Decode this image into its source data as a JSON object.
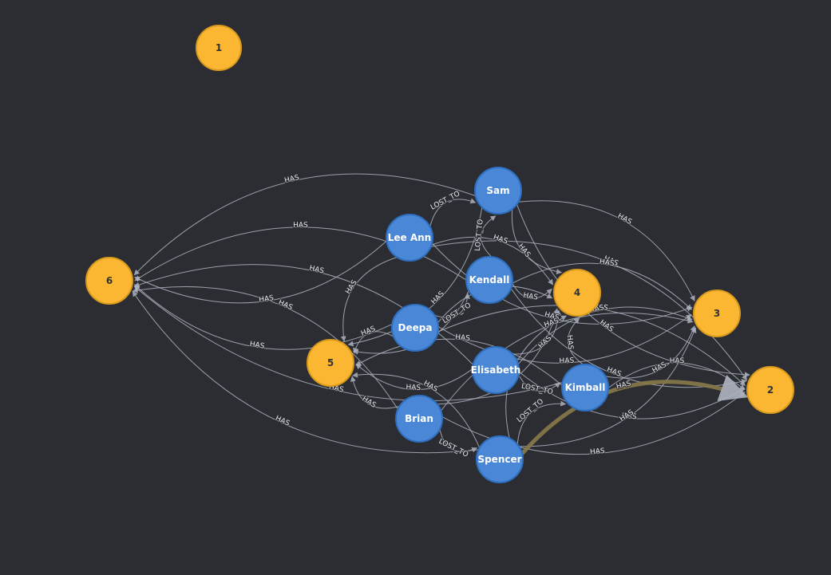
{
  "colors": {
    "background": "#2b2d33",
    "person_fill": "#4a87d6",
    "person_stroke": "#2f6fc0",
    "person_text": "#ffffff",
    "number_fill": "#fbb731",
    "number_stroke": "#d99a1d",
    "number_text": "#333333",
    "edge": "#aeb4c0",
    "edge_label": "#e6e8ec",
    "highlight_edge": "#8a7a4a"
  },
  "relationship_types": [
    "HAS",
    "LOST_TO"
  ],
  "nodes": [
    {
      "id": "1",
      "label": "1",
      "kind": "number"
    },
    {
      "id": "2",
      "label": "2",
      "kind": "number"
    },
    {
      "id": "3",
      "label": "3",
      "kind": "number"
    },
    {
      "id": "4",
      "label": "4",
      "kind": "number"
    },
    {
      "id": "5",
      "label": "5",
      "kind": "number"
    },
    {
      "id": "6",
      "label": "6",
      "kind": "number"
    },
    {
      "id": "sam",
      "label": "Sam",
      "kind": "person"
    },
    {
      "id": "leeann",
      "label": "Lee Ann",
      "kind": "person"
    },
    {
      "id": "kendall",
      "label": "Kendall",
      "kind": "person"
    },
    {
      "id": "deepa",
      "label": "Deepa",
      "kind": "person"
    },
    {
      "id": "elisabeth",
      "label": "Elisabeth",
      "kind": "person"
    },
    {
      "id": "kimball",
      "label": "Kimball",
      "kind": "person"
    },
    {
      "id": "brian",
      "label": "Brian",
      "kind": "person"
    },
    {
      "id": "spencer",
      "label": "Spencer",
      "kind": "person"
    }
  ],
  "edges": [
    {
      "from": "sam",
      "to": "6",
      "label": "HAS"
    },
    {
      "from": "sam",
      "to": "5",
      "label": "HAS"
    },
    {
      "from": "sam",
      "to": "4",
      "label": "HAS"
    },
    {
      "from": "sam",
      "to": "3",
      "label": "HAS"
    },
    {
      "from": "sam",
      "to": "2",
      "label": "HAS"
    },
    {
      "from": "leeann",
      "to": "6",
      "label": "HAS"
    },
    {
      "from": "leeann",
      "to": "5",
      "label": "HAS"
    },
    {
      "from": "leeann",
      "to": "4",
      "label": "HAS"
    },
    {
      "from": "leeann",
      "to": "3",
      "label": "HAS"
    },
    {
      "from": "leeann",
      "to": "2",
      "label": "HAS"
    },
    {
      "from": "kendall",
      "to": "6",
      "label": "HAS"
    },
    {
      "from": "kendall",
      "to": "5",
      "label": "HAS"
    },
    {
      "from": "kendall",
      "to": "4",
      "label": "HAS"
    },
    {
      "from": "kendall",
      "to": "3",
      "label": "HAS"
    },
    {
      "from": "kendall",
      "to": "2",
      "label": "HAS"
    },
    {
      "from": "deepa",
      "to": "6",
      "label": "HAS"
    },
    {
      "from": "deepa",
      "to": "5",
      "label": "HAS"
    },
    {
      "from": "deepa",
      "to": "4",
      "label": "HAS"
    },
    {
      "from": "deepa",
      "to": "3",
      "label": "HAS"
    },
    {
      "from": "deepa",
      "to": "2",
      "label": "HAS"
    },
    {
      "from": "elisabeth",
      "to": "6",
      "label": "HAS"
    },
    {
      "from": "elisabeth",
      "to": "5",
      "label": "HAS"
    },
    {
      "from": "elisabeth",
      "to": "4",
      "label": "HAS"
    },
    {
      "from": "elisabeth",
      "to": "3",
      "label": "HAS"
    },
    {
      "from": "elisabeth",
      "to": "2",
      "label": "HAS"
    },
    {
      "from": "kimball",
      "to": "6",
      "label": "HAS"
    },
    {
      "from": "kimball",
      "to": "5",
      "label": "HAS"
    },
    {
      "from": "kimball",
      "to": "4",
      "label": "HAS"
    },
    {
      "from": "kimball",
      "to": "3",
      "label": "HAS"
    },
    {
      "from": "kimball",
      "to": "2",
      "label": "HAS"
    },
    {
      "from": "brian",
      "to": "6",
      "label": "HAS"
    },
    {
      "from": "brian",
      "to": "5",
      "label": "HAS"
    },
    {
      "from": "brian",
      "to": "4",
      "label": "HAS"
    },
    {
      "from": "brian",
      "to": "3",
      "label": "HAS"
    },
    {
      "from": "brian",
      "to": "2",
      "label": "HAS"
    },
    {
      "from": "spencer",
      "to": "6",
      "label": "HAS"
    },
    {
      "from": "spencer",
      "to": "5",
      "label": "HAS"
    },
    {
      "from": "spencer",
      "to": "4",
      "label": "HAS"
    },
    {
      "from": "spencer",
      "to": "3",
      "label": "HAS"
    },
    {
      "from": "spencer",
      "to": "2",
      "label": "HAS",
      "highlight": true
    },
    {
      "from": "brian",
      "to": "spencer",
      "label": "LOST_TO"
    },
    {
      "from": "spencer",
      "to": "kimball",
      "label": "LOST_TO"
    },
    {
      "from": "deepa",
      "to": "kendall",
      "label": "LOST_TO"
    },
    {
      "from": "leeann",
      "to": "sam",
      "label": "LOST_TO"
    },
    {
      "from": "elisabeth",
      "to": "kimball",
      "label": "LOST_TO"
    },
    {
      "from": "kendall",
      "to": "sam",
      "label": "LOST_TO"
    }
  ]
}
